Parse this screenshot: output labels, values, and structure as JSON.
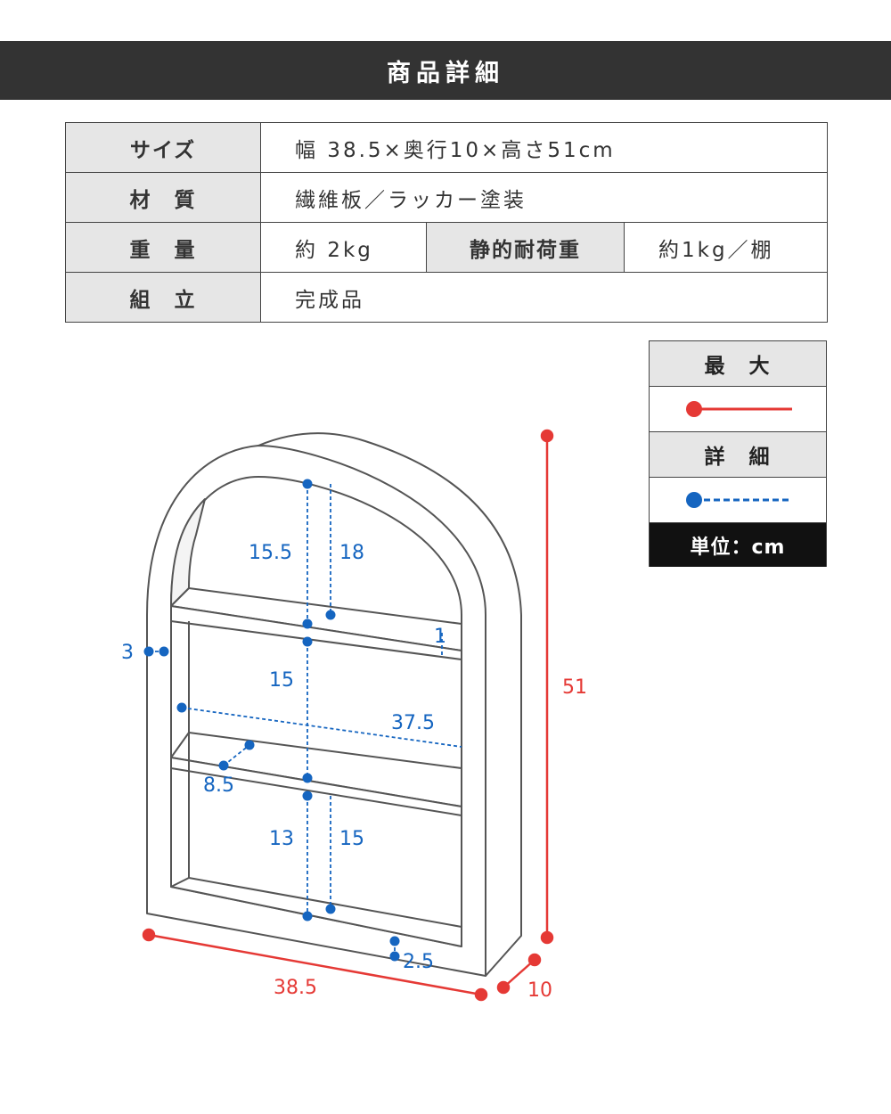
{
  "header": {
    "title": "商品詳細"
  },
  "spec": {
    "size_label": "サイズ",
    "size_value": "幅 38.5×奥行10×高さ51cm",
    "material_label": "材　質",
    "material_value": "繊維板／ラッカー塗装",
    "weight_label": "重　量",
    "weight_value": "約 2kg",
    "load_label": "静的耐荷重",
    "load_value": "約1kg／棚",
    "assembly_label": "組　立",
    "assembly_value": "完成品"
  },
  "legend": {
    "max_label": "最　大",
    "detail_label": "詳　細",
    "unit_label": "単位：cm",
    "max_color": "#e53935",
    "detail_color": "#1565c0"
  },
  "dimensions": {
    "overall_width": "38.5",
    "overall_height": "51",
    "overall_depth": "10",
    "top_space_front": "15.5",
    "top_space_back": "18",
    "shelf_thickness": "1",
    "frame_thickness": "3",
    "middle_space": "15",
    "inner_width": "37.5",
    "shelf_depth": "8.5",
    "bottom_space_front": "13",
    "bottom_space_back": "15",
    "bottom_frame": "2.5"
  }
}
